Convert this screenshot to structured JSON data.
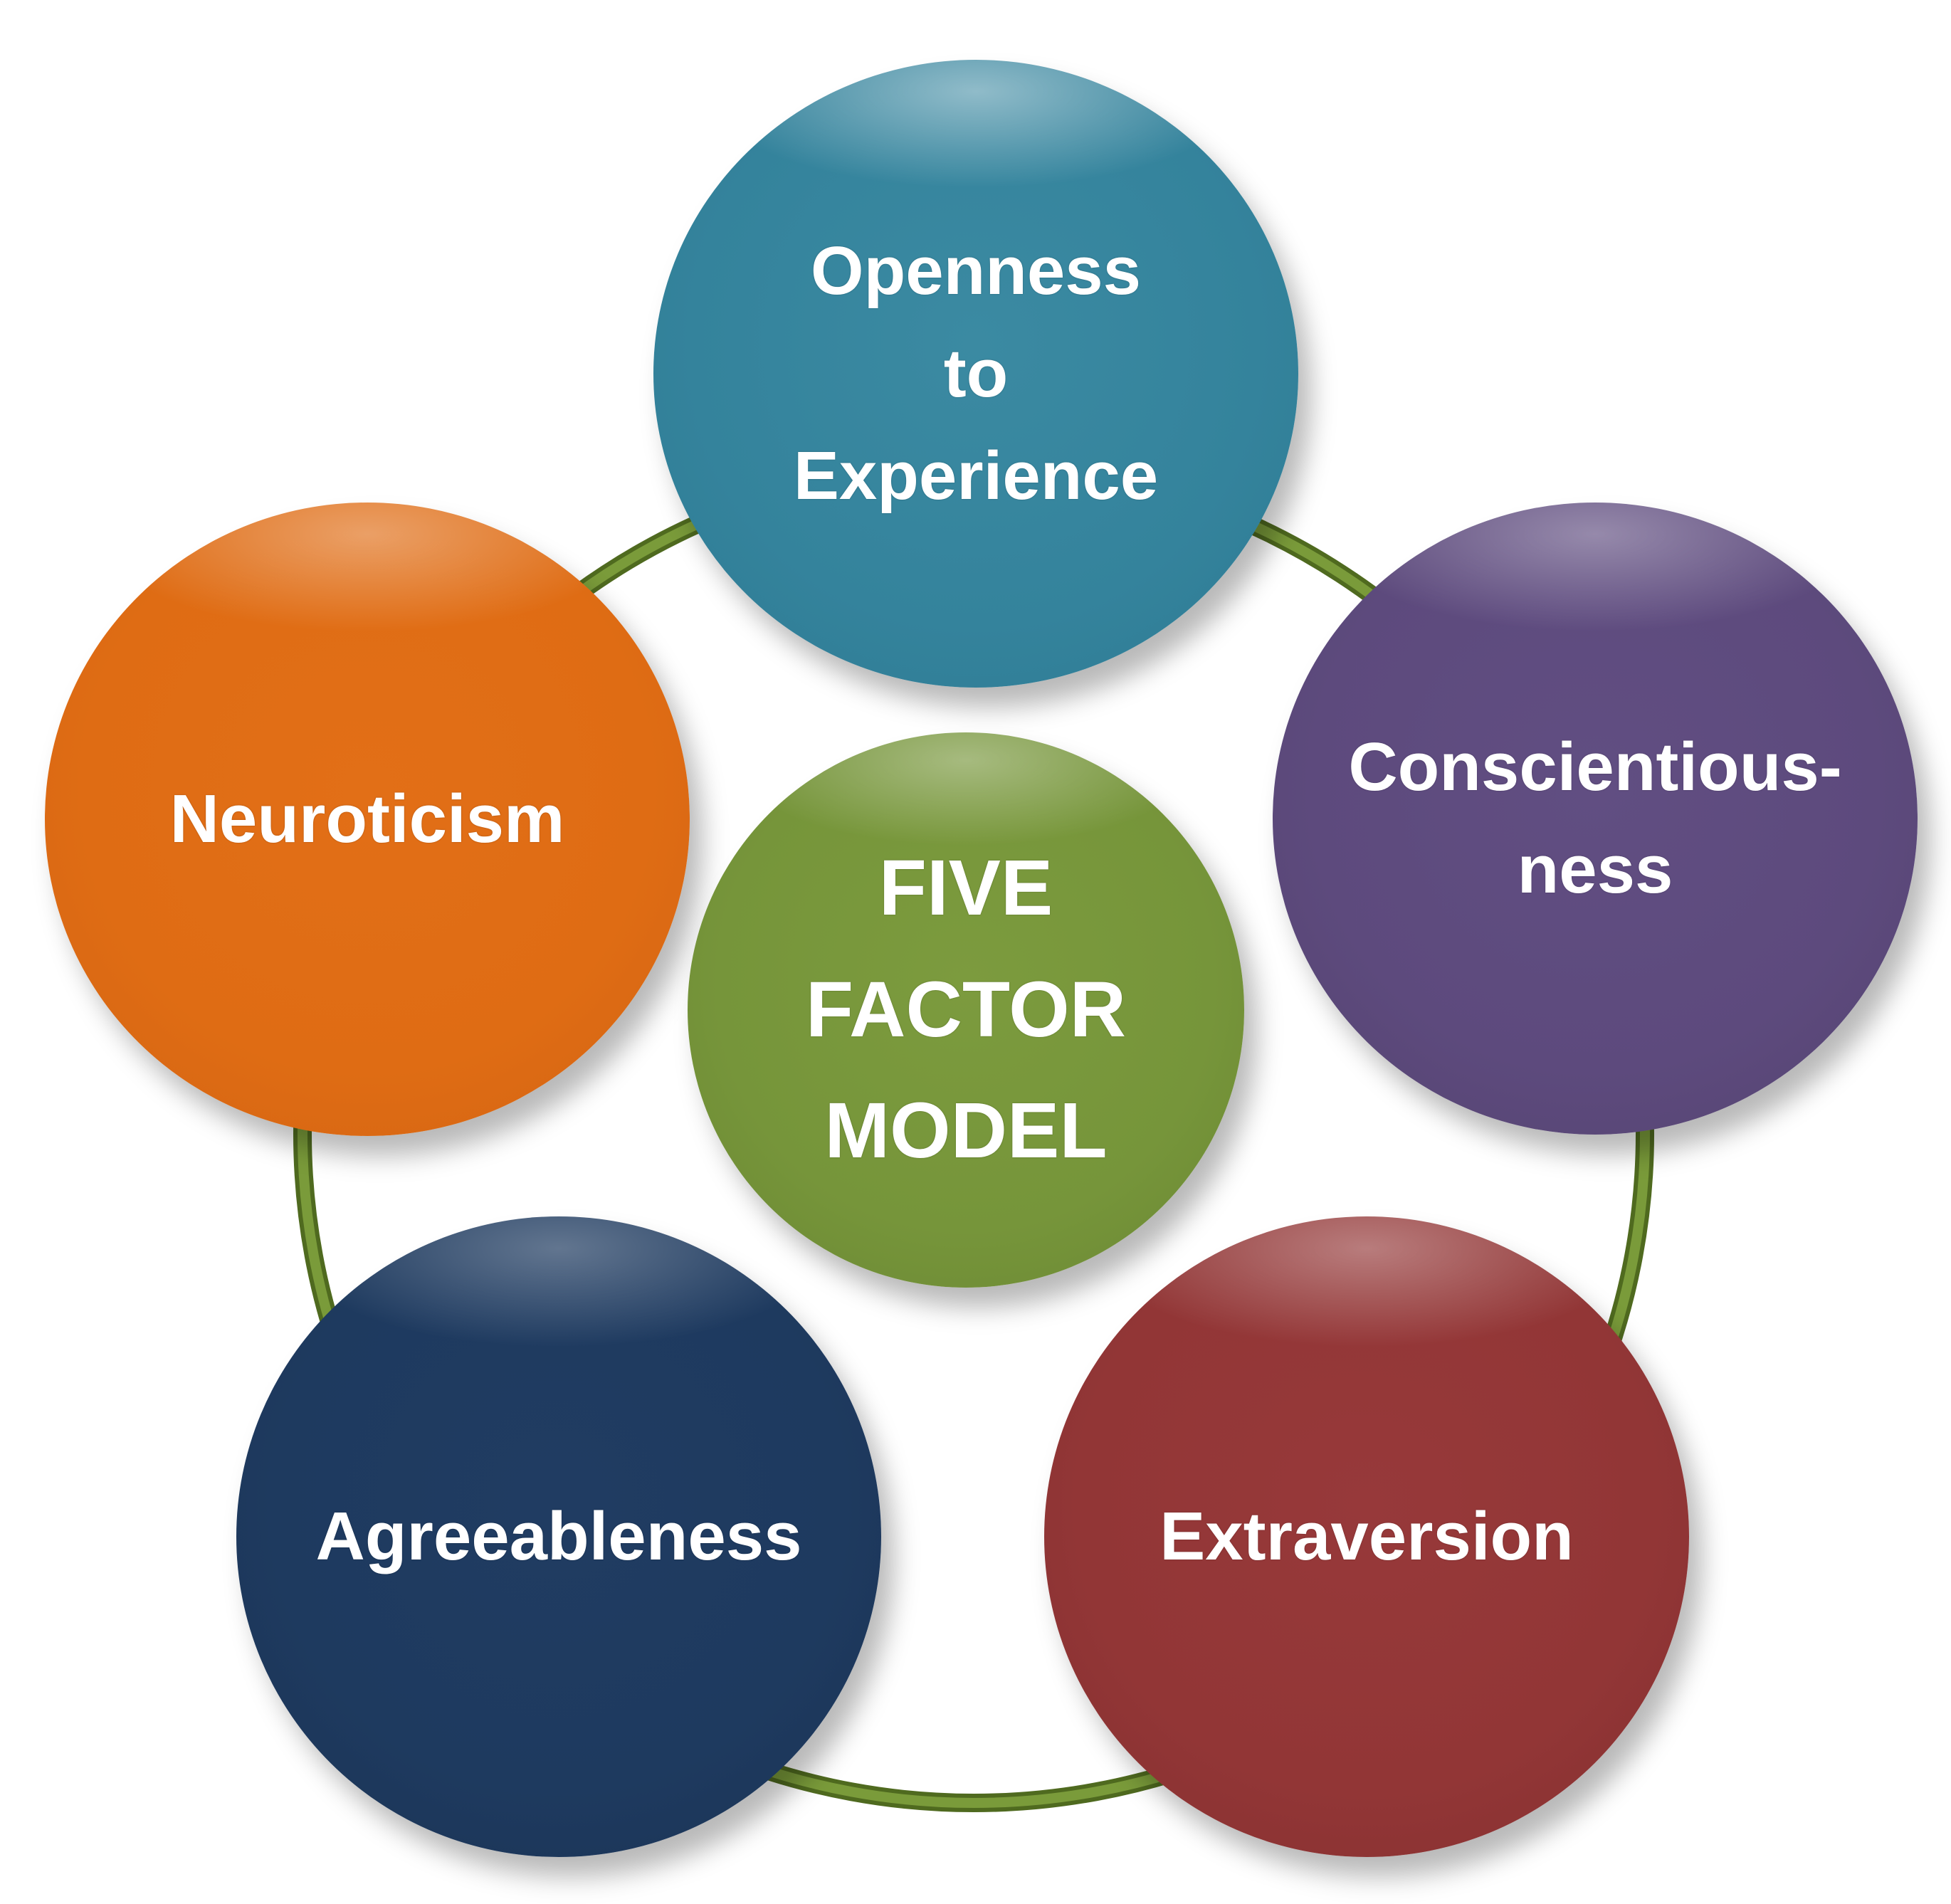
{
  "diagram": {
    "type": "cycle",
    "colors": {
      "ring": "#6b8a2e",
      "openness": "#34839c",
      "conscientiousness": "#5d4a7d",
      "extraversion": "#923636",
      "agreeableness": "#1e3a5f",
      "neuroticism": "#df6c14",
      "center": "#76953a"
    },
    "center": {
      "label": "FIVE\nFACTOR\nMODEL"
    },
    "nodes": [
      {
        "key": "openness",
        "label": "Openness\nto\nExperience"
      },
      {
        "key": "conscientiousness",
        "label": "Conscientious-\nness"
      },
      {
        "key": "extraversion",
        "label": "Extraversion"
      },
      {
        "key": "agreeableness",
        "label": "Agreeableness"
      },
      {
        "key": "neuroticism",
        "label": "Neuroticism"
      }
    ]
  }
}
